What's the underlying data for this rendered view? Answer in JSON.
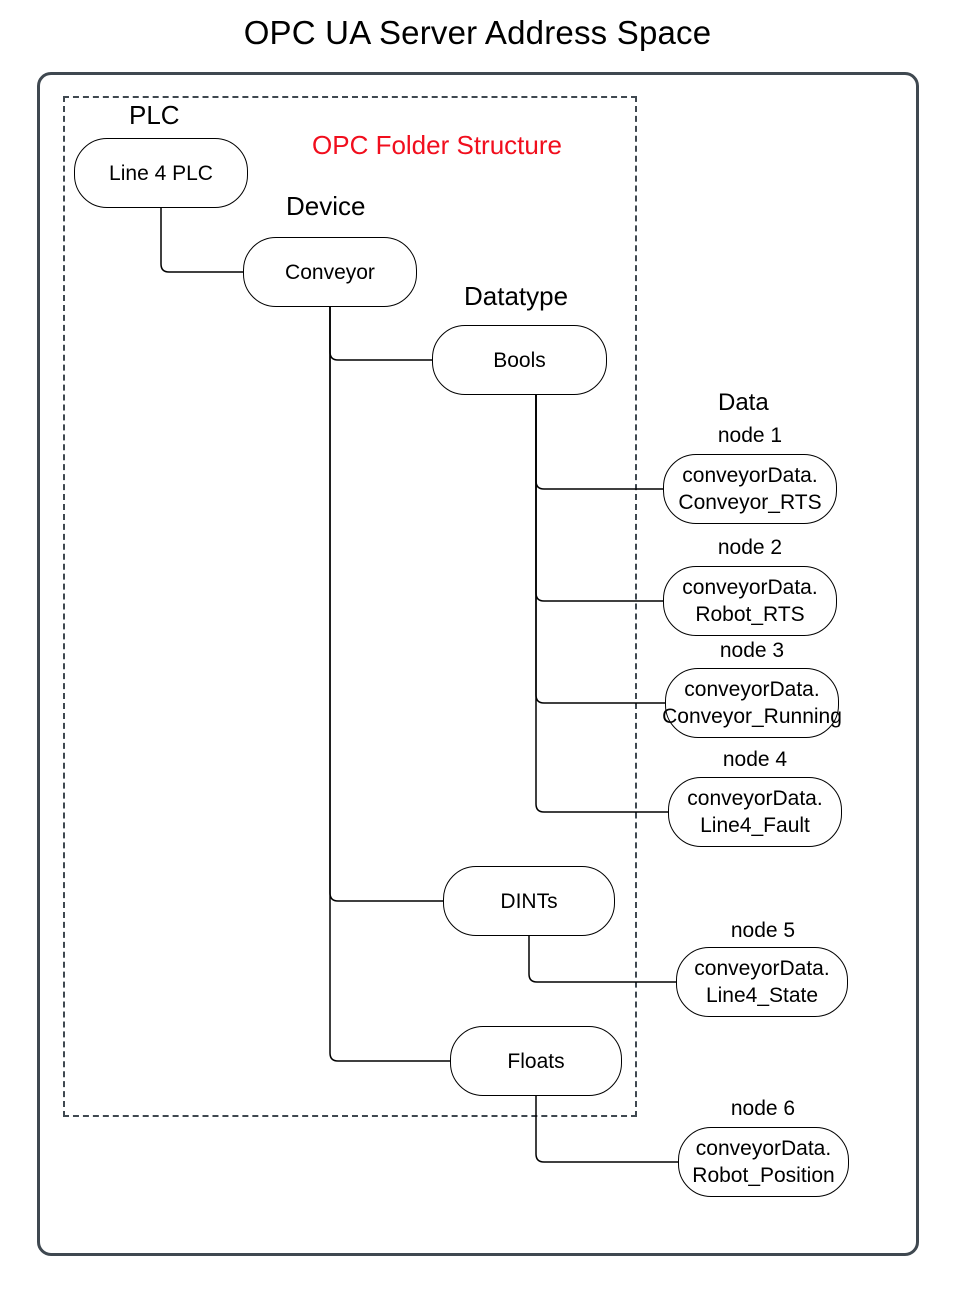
{
  "page_title": "OPC UA Server Address Space",
  "annotation": {
    "text": "OPC Folder Structure"
  },
  "level_labels": {
    "plc": "PLC",
    "device": "Device",
    "datatype": "Datatype",
    "data": "Data"
  },
  "folder_nodes": {
    "plc": {
      "label": "Line 4 PLC"
    },
    "device": {
      "label": "Conveyor"
    },
    "bools": {
      "label": "Bools"
    },
    "dints": {
      "label": "DINTs"
    },
    "floats": {
      "label": "Floats"
    }
  },
  "data_nodes": [
    {
      "name": "node 1",
      "line1": "conveyorData.",
      "line2": "Conveyor_RTS"
    },
    {
      "name": "node 2",
      "line1": "conveyorData.",
      "line2": "Robot_RTS"
    },
    {
      "name": "node 3",
      "line1": "conveyorData.",
      "line2": "Conveyor_Running"
    },
    {
      "name": "node 4",
      "line1": "conveyorData.",
      "line2": "Line4_Fault"
    },
    {
      "name": "node 5",
      "line1": "conveyorData.",
      "line2": "Line4_State"
    },
    {
      "name": "node 6",
      "line1": "conveyorData.",
      "line2": "Robot_Position"
    }
  ],
  "colors": {
    "annotation_red": "#f10e1d",
    "outline_dark": "#3f4850",
    "node_stroke": "#000000"
  }
}
